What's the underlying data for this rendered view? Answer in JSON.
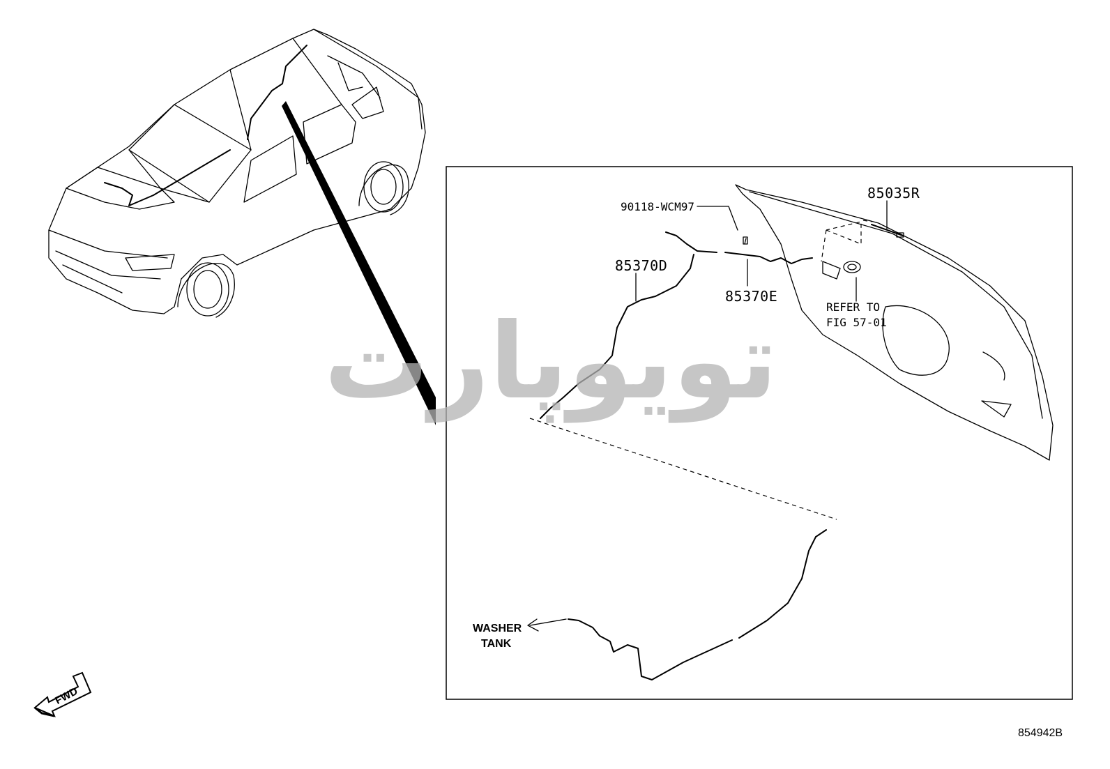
{
  "diagram": {
    "part_labels": {
      "screw": "90118-WCM97",
      "hose_d": "85370D",
      "hose_e": "85370E",
      "nozzle": "85035R"
    },
    "refer_text": [
      "REFER TO",
      "FIG 57-01"
    ],
    "washer_tank": [
      "WASHER",
      "TANK"
    ],
    "fwd_badge": "FWD",
    "figure_code": "854942B",
    "watermark": "تویوپارت"
  }
}
